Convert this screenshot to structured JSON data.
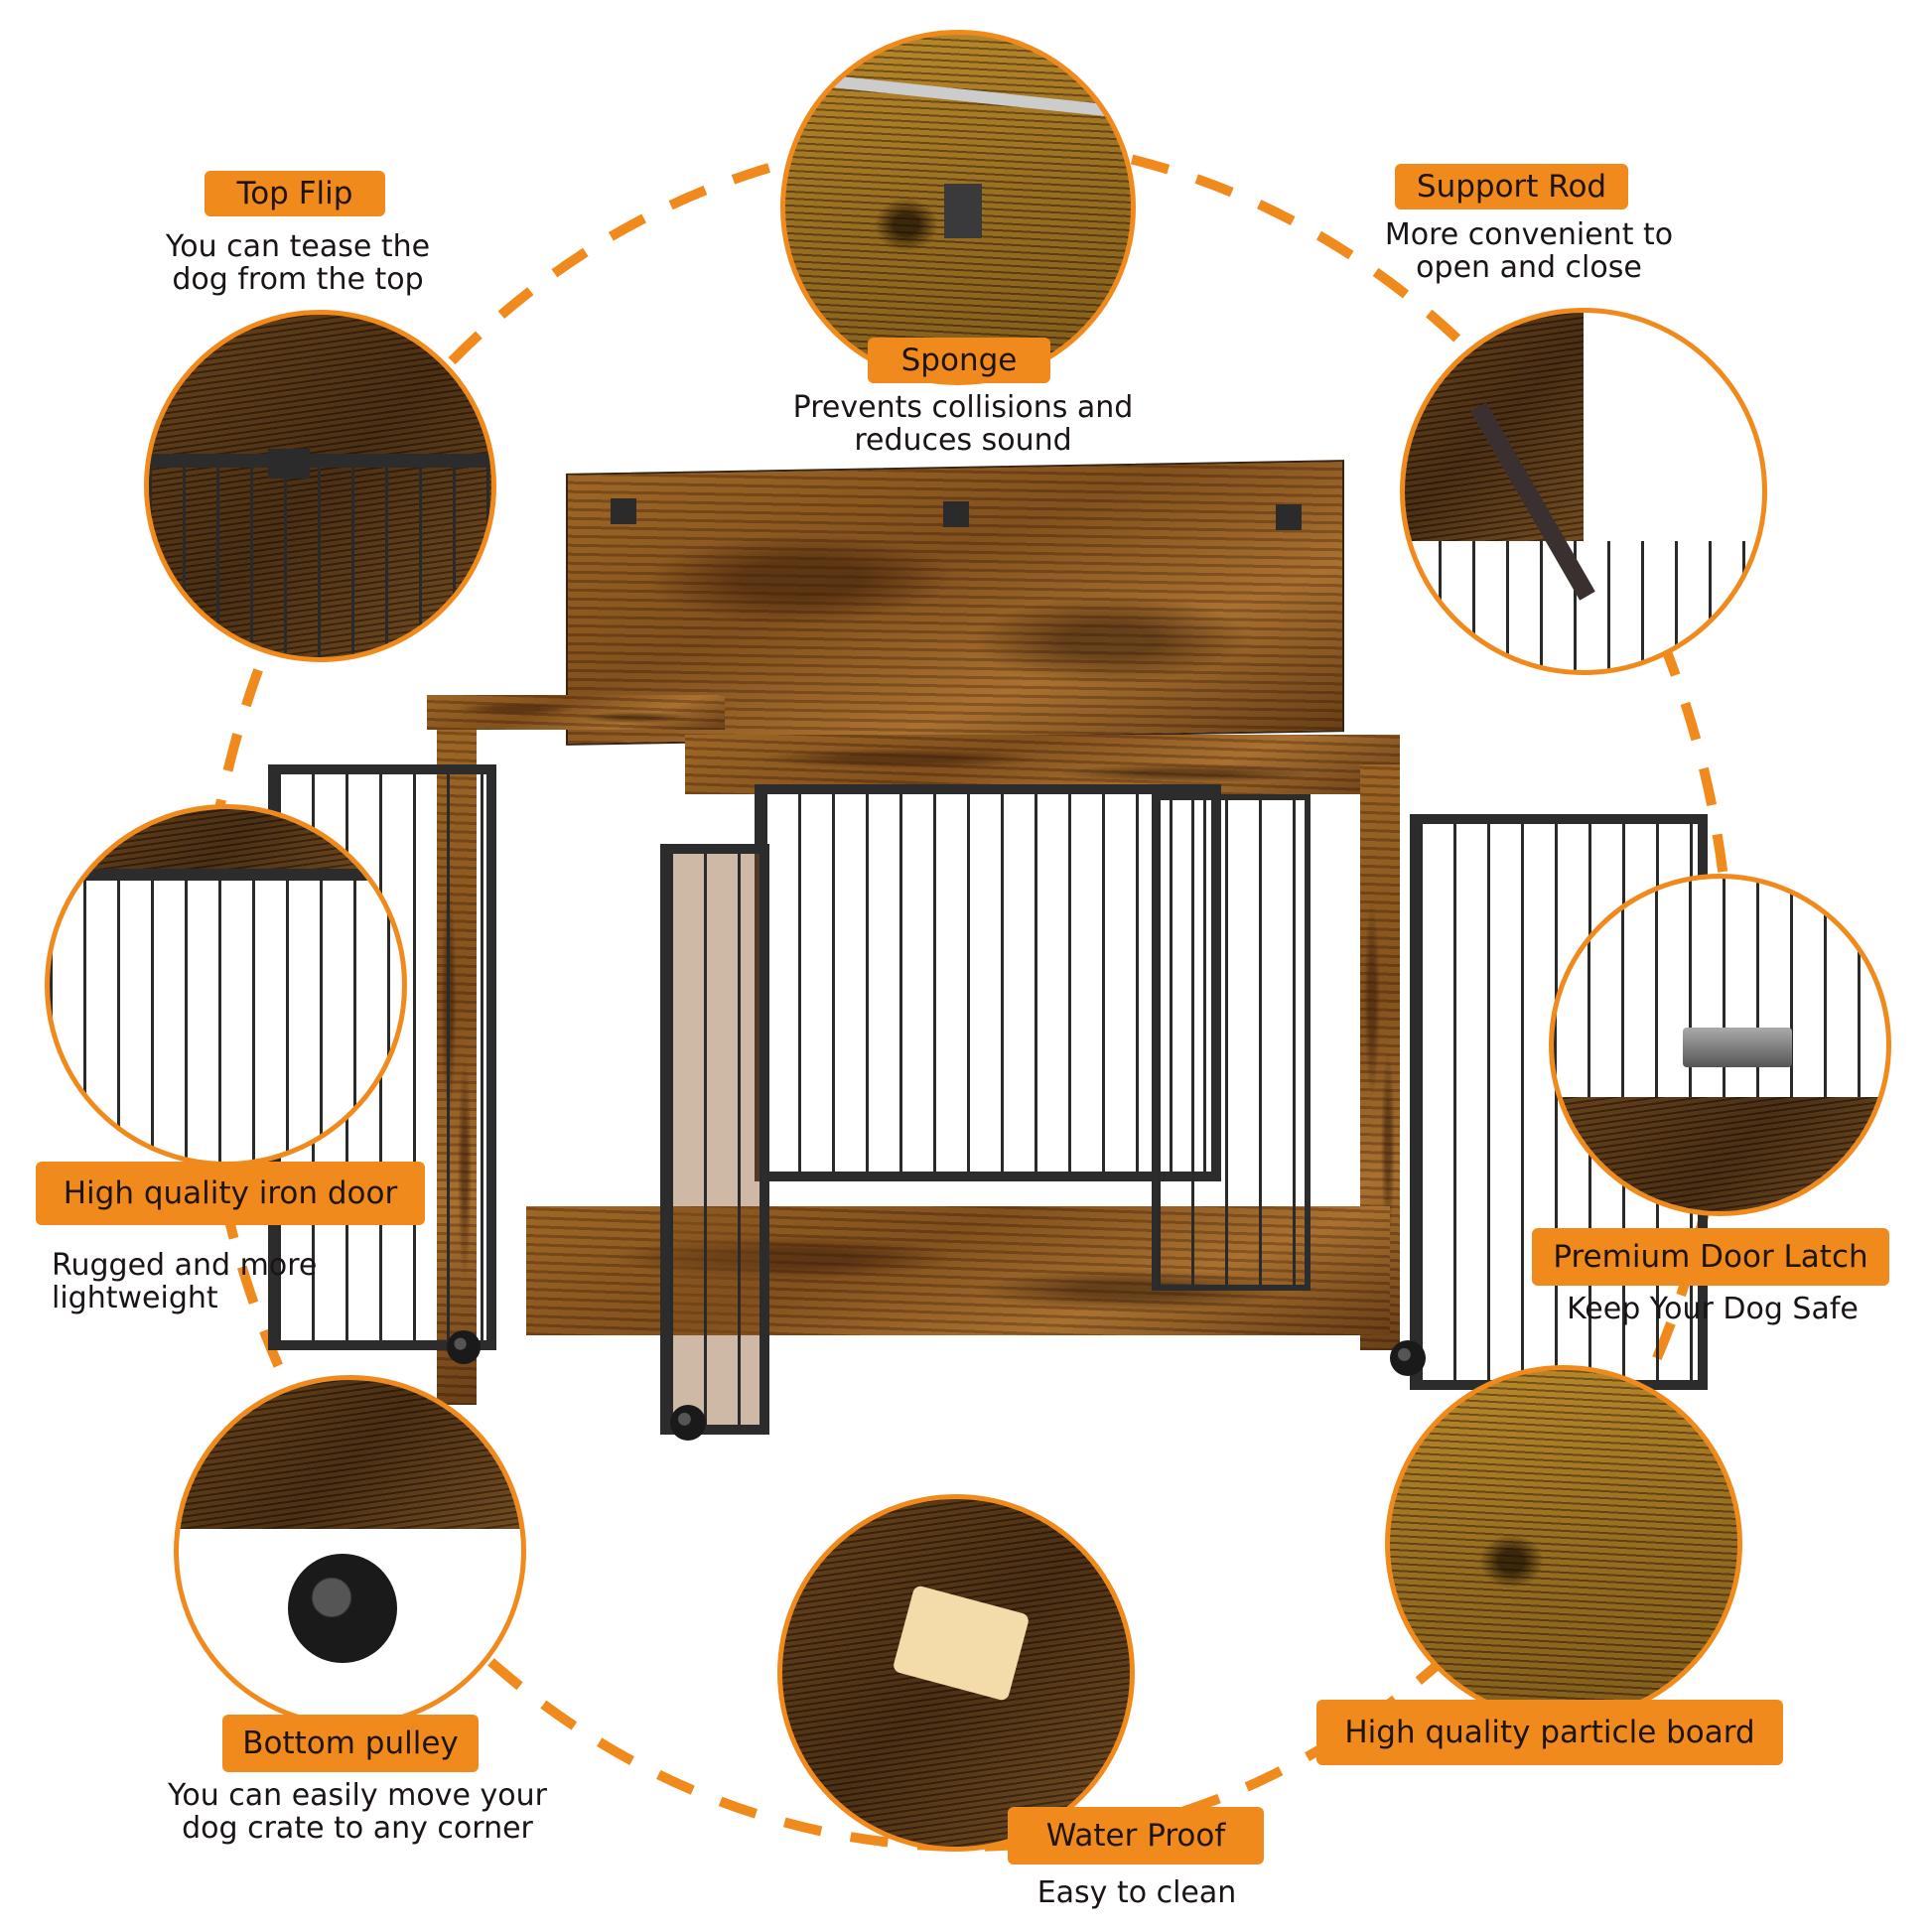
{
  "accent_color": "#f08a1c",
  "product": {
    "type": "dog crate furniture",
    "finish": "rustic brown wood with black iron frame"
  },
  "callouts": [
    {
      "id": "top-flip",
      "label": "Top Flip",
      "description": [
        "You can tease the",
        "dog from the top"
      ]
    },
    {
      "id": "sponge",
      "label": "Sponge",
      "description": [
        "Prevents collisions and",
        "reduces sound"
      ]
    },
    {
      "id": "support-rod",
      "label": "Support Rod",
      "description": [
        "More convenient to",
        "open and close"
      ]
    },
    {
      "id": "iron-door",
      "label": "High quality iron door",
      "description": [
        "Rugged and more",
        "lightweight"
      ]
    },
    {
      "id": "door-latch",
      "label": "Premium Door Latch",
      "description": [
        "Keep Your Dog Safe"
      ]
    },
    {
      "id": "bottom-pulley",
      "label": "Bottom pulley",
      "description": [
        "You can easily move your",
        "dog crate to any corner"
      ]
    },
    {
      "id": "water-proof",
      "label": "Water Proof",
      "description": [
        "Easy to clean"
      ]
    },
    {
      "id": "particle-board",
      "label": "High quality particle board",
      "description": []
    }
  ]
}
